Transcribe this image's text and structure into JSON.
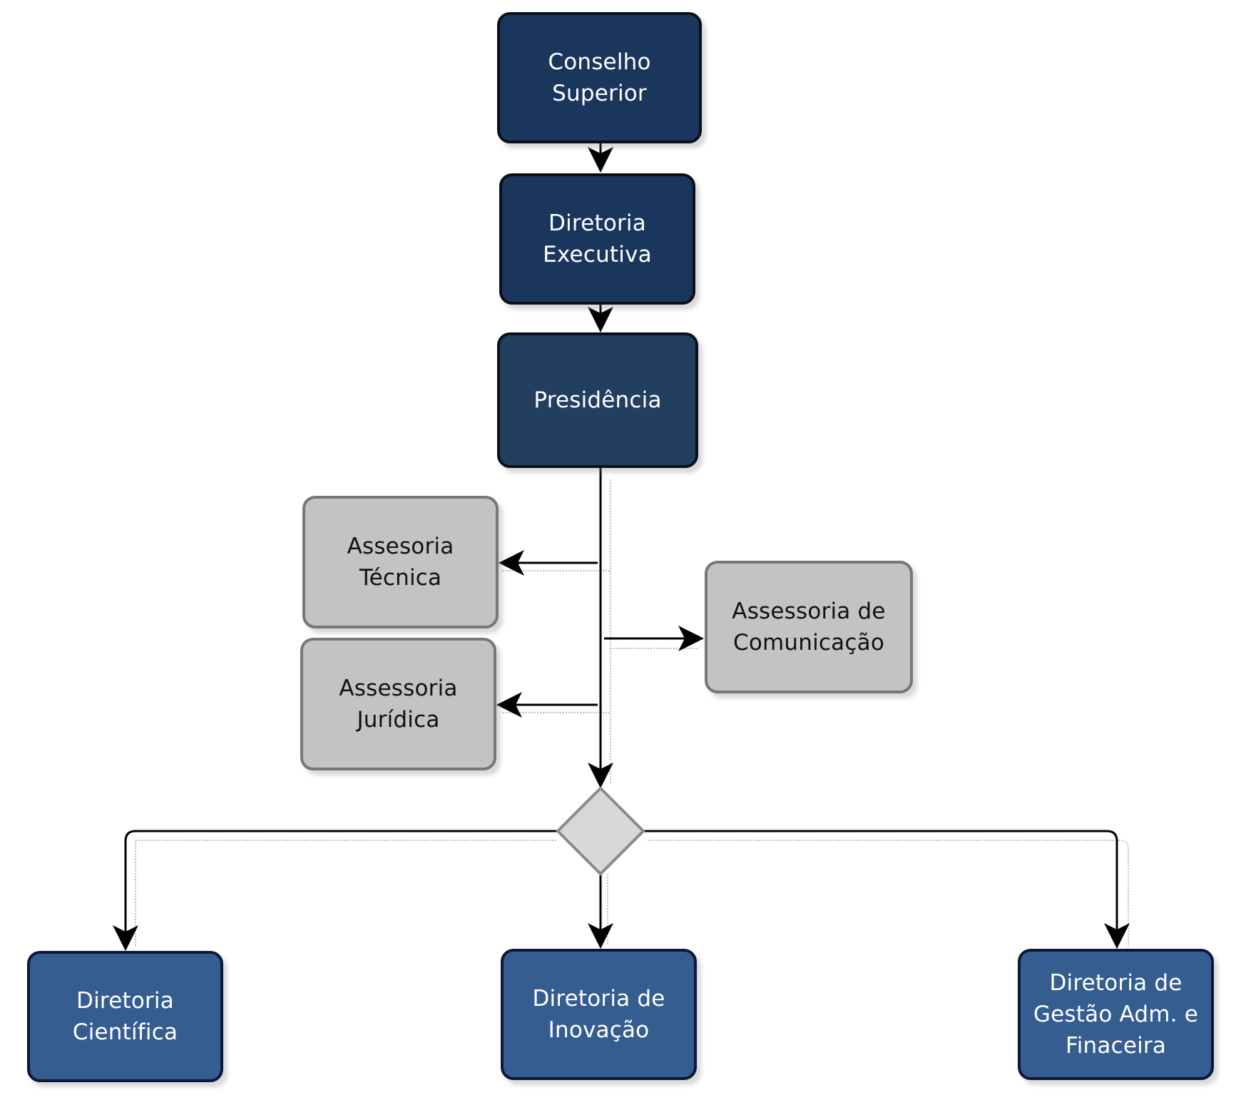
{
  "nodes": {
    "conselho": {
      "lines": [
        "Conselho",
        "Superior"
      ]
    },
    "diretoria_executiva": {
      "lines": [
        "Diretoria",
        "Executiva"
      ]
    },
    "presidencia": {
      "lines": [
        "Presidência"
      ]
    },
    "assessoria_tecnica": {
      "lines": [
        "Assesoria",
        "Técnica"
      ]
    },
    "assessoria_juridica": {
      "lines": [
        "Assessoria",
        "Jurídica"
      ]
    },
    "assessoria_comunicacao": {
      "lines": [
        "Assessoria de",
        "Comunicação"
      ]
    },
    "diretoria_cientifica": {
      "lines": [
        "Diretoria",
        "Científica"
      ]
    },
    "diretoria_inovacao": {
      "lines": [
        "Diretoria de",
        "Inovação"
      ]
    },
    "diretoria_gestao": {
      "lines": [
        "Diretoria de",
        "Gestão Adm. e",
        "Finaceira"
      ]
    }
  },
  "colors": {
    "top_boxes": "#1b365d",
    "presidencia": "#233f60",
    "advisory_boxes": "#c3c3c3",
    "directorate_boxes": "#365d8f",
    "decision_diamond": "#d8d8d8",
    "connector": "#000000"
  }
}
